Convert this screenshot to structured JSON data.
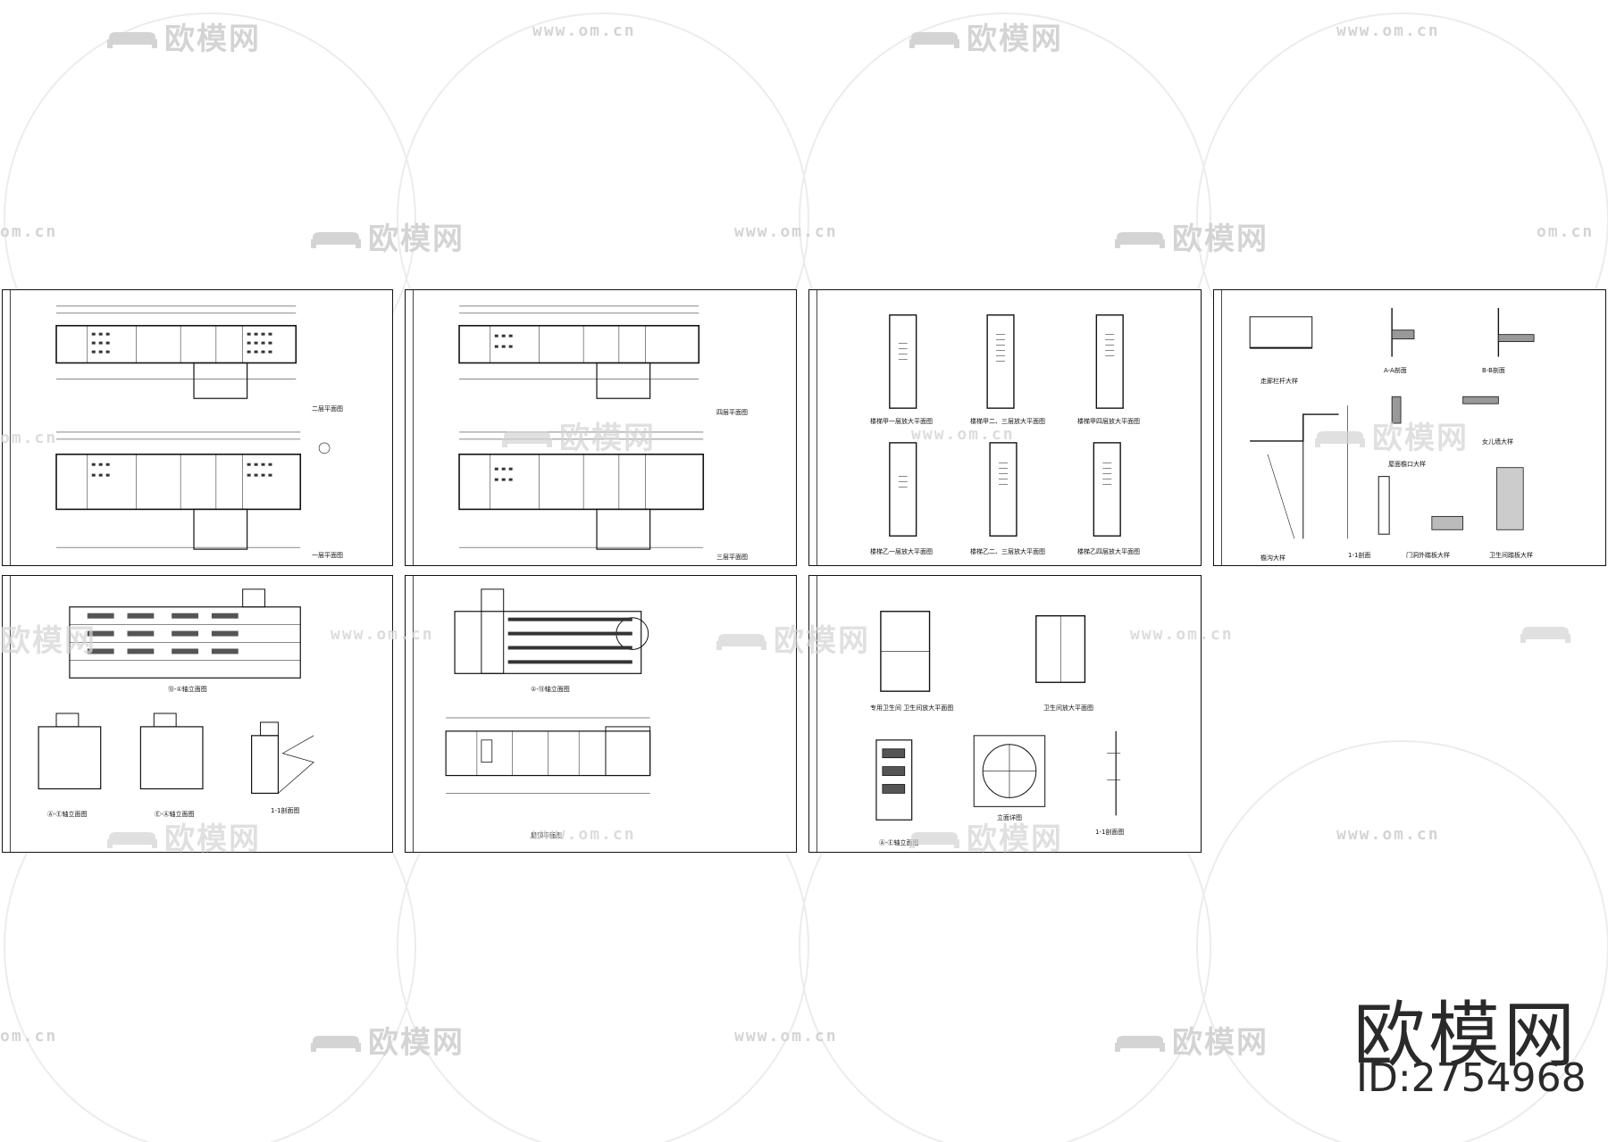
{
  "watermark": {
    "logo_text": "欧模网",
    "url_text": "www.om.cn",
    "url_fragment": "om.cn",
    "icon": "sofa-icon"
  },
  "brand": {
    "name": "欧模网",
    "id": "ID:2754968"
  },
  "sheets": [
    {
      "captions": [
        "二层平面图",
        "一层平面图"
      ]
    },
    {
      "captions": [
        "四层平面图",
        "三层平面图"
      ]
    },
    {
      "captions": [
        "楼梯甲一层放大平面图",
        "楼梯甲二、三层放大平面图",
        "楼梯甲四层放大平面图",
        "楼梯乙一层放大平面图",
        "楼梯乙二、三层放大平面图",
        "楼梯乙四层放大平面图"
      ]
    },
    {
      "captions": [
        "走廊栏杆大样",
        "A-A剖面",
        "B-B剖面",
        "檐沟大样",
        "女儿墙大样",
        "屋面檐口大样",
        "1-1剖面",
        "门洞外踏板大样",
        "卫生间踏板大样"
      ]
    },
    {
      "captions": [
        "⑬-①轴立面图",
        "Ⓐ-Ⓔ轴立面图",
        "Ⓔ-Ⓐ轴立面图",
        "1-1剖面图"
      ]
    },
    {
      "captions": [
        "①-⑬轴立面图",
        "屋顶平面图"
      ]
    },
    {
      "captions": [
        "专用卫生间 卫生间放大平面图",
        "卫生间放大平面图",
        "Ⓐ-Ⓔ轴立面图",
        "立面详图",
        "1-1剖面图"
      ]
    }
  ]
}
